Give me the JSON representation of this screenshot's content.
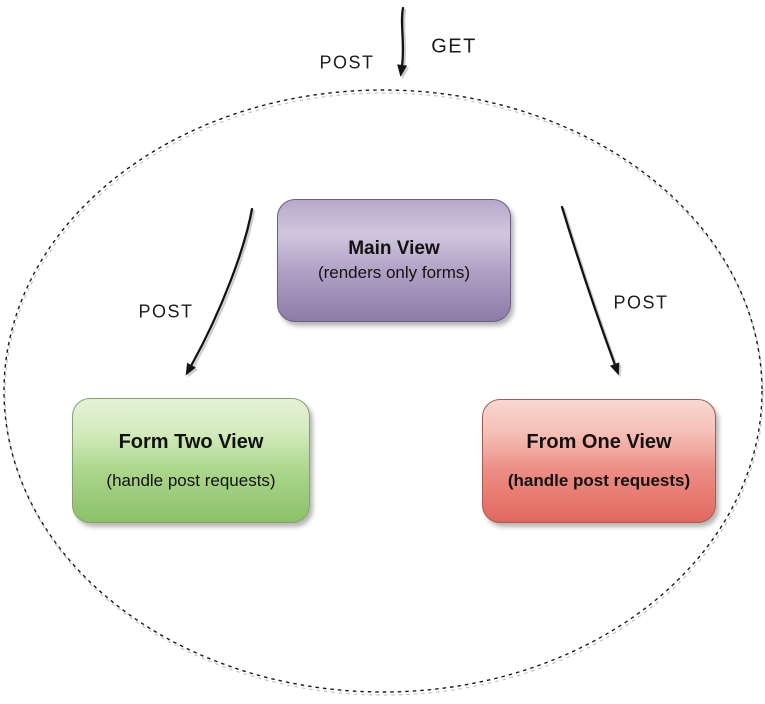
{
  "labels": {
    "top_post": "POST",
    "top_get": "GET",
    "left_post": "POST",
    "right_post": "POST"
  },
  "nodes": {
    "main": {
      "title": "Main View",
      "subtitle": "(renders only forms)",
      "fill_stops": [
        "#b7a8ca",
        "#d0c7de",
        "#b2a1c6",
        "#8e7ba7"
      ],
      "border": "#6b5f80"
    },
    "form_two": {
      "title": "Form Two View",
      "subtitle": "(handle post requests)",
      "fill_stops": [
        "#e3f2d6",
        "#d3eabc",
        "#abd68c",
        "#8cc168"
      ],
      "border": "#86a072"
    },
    "from_one": {
      "title": "From One View",
      "subtitle": "(handle post requests)",
      "fill_stops": [
        "#f8d8d1",
        "#f5beb5",
        "#ec8d84",
        "#e2685f"
      ],
      "border": "#a65a53"
    }
  },
  "colors": {
    "background": "#ffffff",
    "line": "#141414",
    "text": "#1c1c1c",
    "boundary": "#1a1a1a"
  }
}
